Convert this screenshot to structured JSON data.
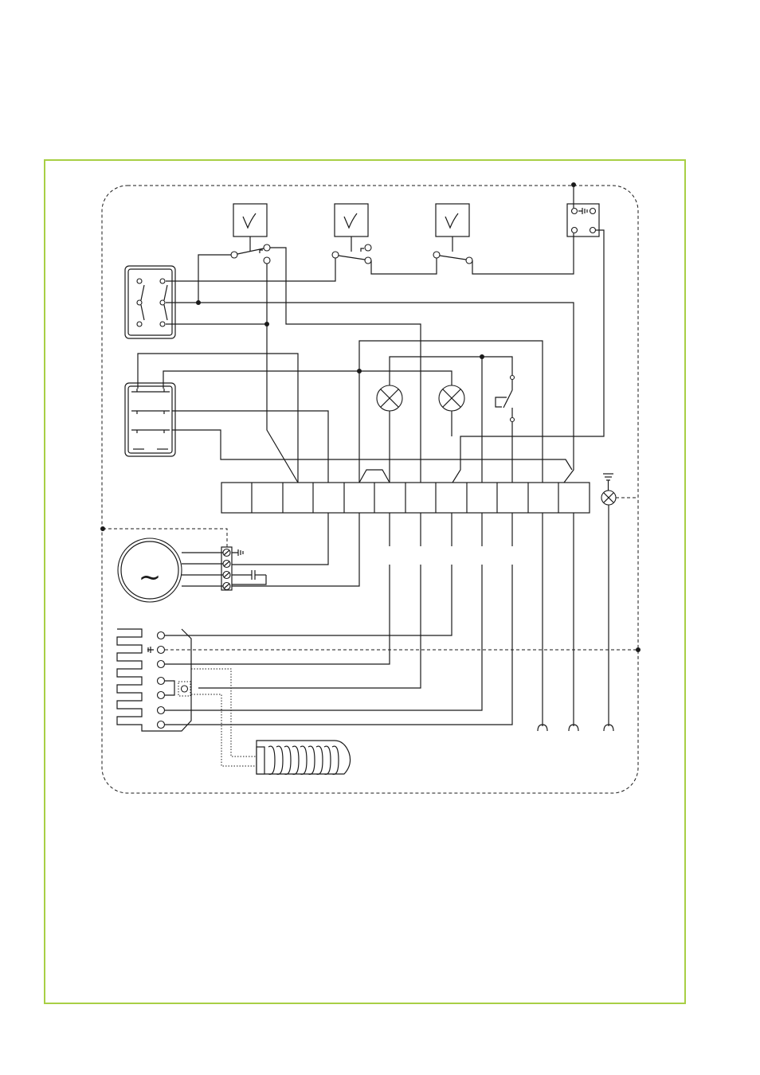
{
  "diagram": {
    "type": "wiring-schematic",
    "frame_color": "#a8cf45",
    "line_color": "#1a1a1a",
    "background": "#ffffff",
    "motor_symbol": "~",
    "components": [
      "thermostat-1",
      "thermostat-2",
      "thermostat-3",
      "thermal-fuse",
      "double-pole-switch",
      "push-button-switch",
      "indicator-lamp-1",
      "indicator-lamp-2",
      "door-switch",
      "terminal-block-12",
      "motor",
      "capacitor",
      "heater-element",
      "sensor",
      "ground-lamp"
    ],
    "terminal_block_count": 12
  }
}
